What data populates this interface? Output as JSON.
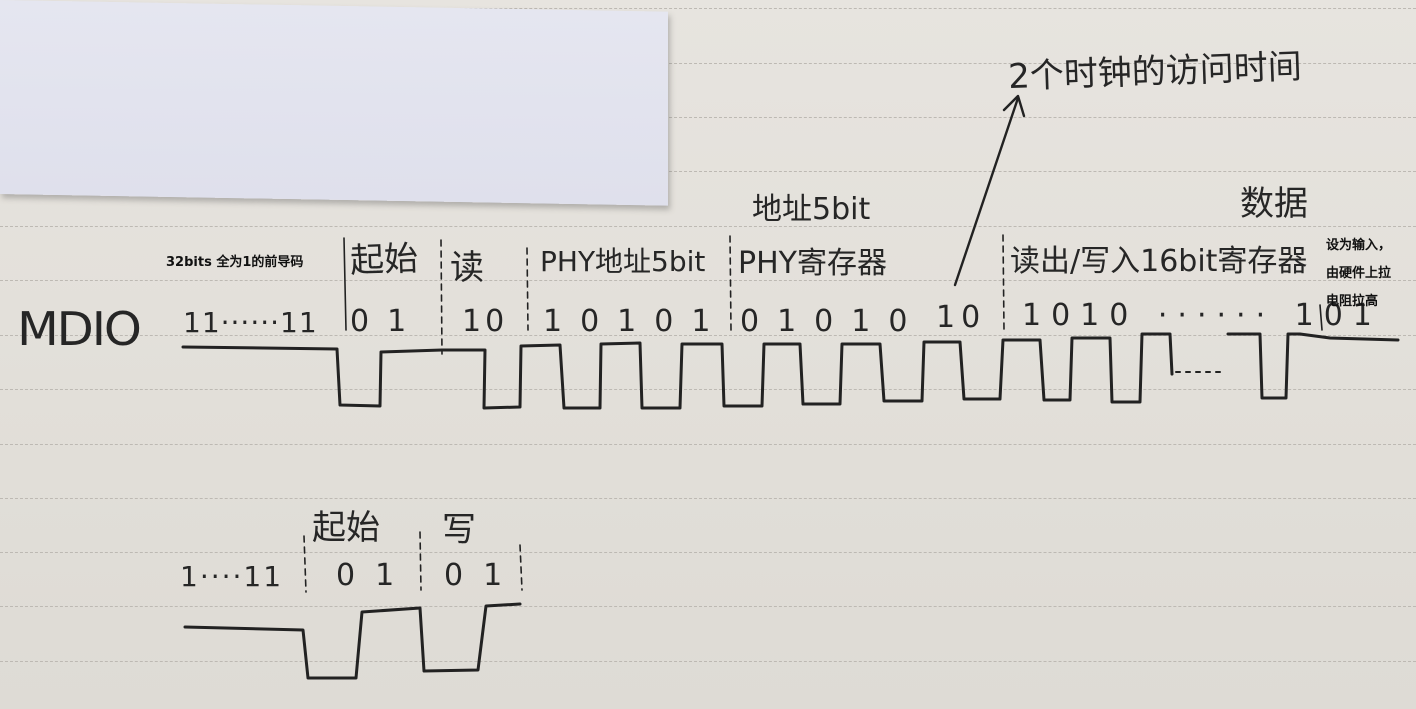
{
  "signal_name": "MDIO",
  "annotations": {
    "preamble_typed": "32bits 全为1的前导码",
    "start_label": "起始",
    "read_label": "读",
    "phy_address_label": "PHY地址5bit",
    "phy_register_label": "PHY寄存器",
    "register_address_label": "地址5bit",
    "turnaround_note": "2个时钟的访问时间",
    "read_write_label": "读出/写入16bit寄存器",
    "data_label": "数据",
    "input_note_line1": "设为输入，",
    "input_note_line2": "由硬件上拉",
    "input_note_line3": "电阻拉高",
    "second_start_label": "起始",
    "write_label": "写"
  },
  "bits": {
    "top_preamble": "11······11",
    "top_start": "01",
    "top_read": "10",
    "top_phy_addr": "10101",
    "top_phy_reg": "01010",
    "top_ta": "10",
    "top_data": "1010 ······ 101",
    "bottom_preamble": "1····11",
    "bottom_start": "01",
    "bottom_write": "01"
  },
  "ellipsis": "······"
}
